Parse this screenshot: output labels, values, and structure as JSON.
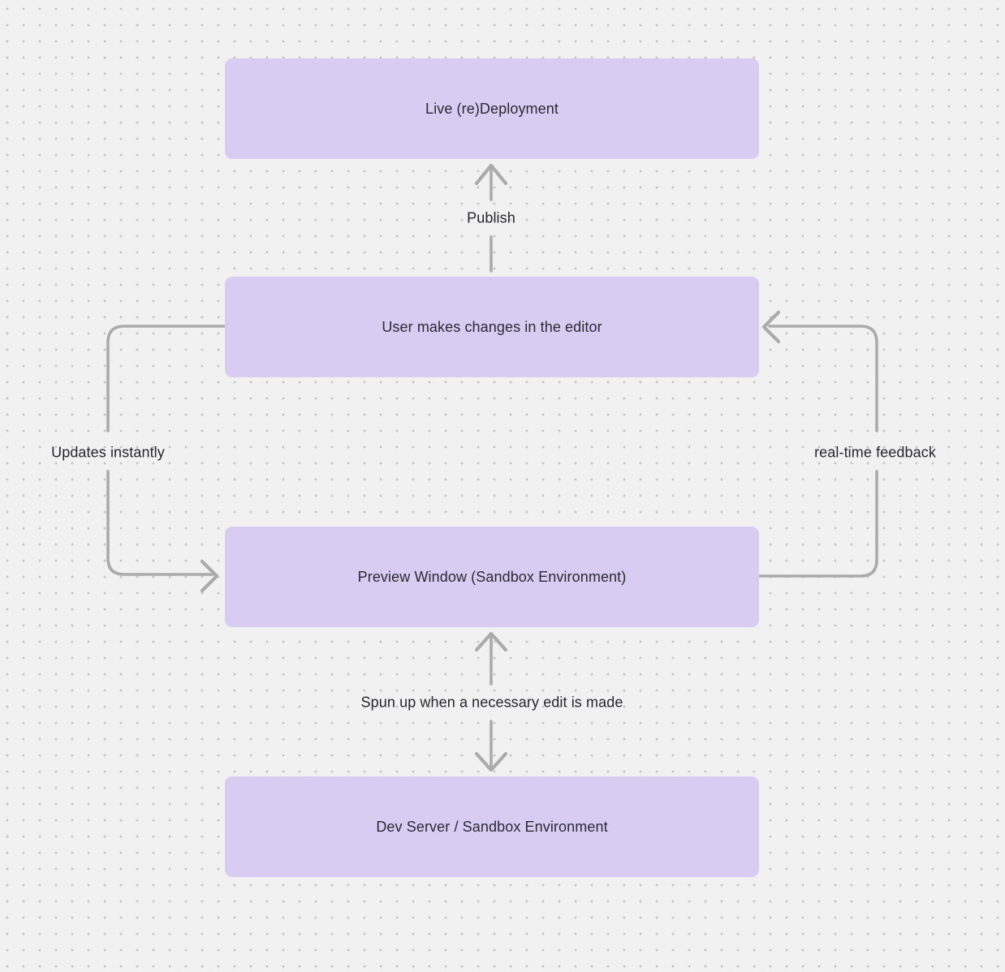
{
  "diagram": {
    "nodes": [
      {
        "id": "live-redeployment",
        "label": "Live (re)Deployment"
      },
      {
        "id": "user-editor-changes",
        "label": "User makes changes in the editor"
      },
      {
        "id": "preview-window",
        "label": "Preview Window (Sandbox Environment)"
      },
      {
        "id": "dev-server",
        "label": "Dev Server / Sandbox Environment"
      }
    ],
    "edges": [
      {
        "id": "publish",
        "label": "Publish",
        "from": "user-editor-changes",
        "to": "live-redeployment",
        "arrow": "single",
        "direction": "up"
      },
      {
        "id": "updates-instantly",
        "label": "Updates instantly",
        "from": "user-editor-changes",
        "to": "preview-window",
        "arrow": "single",
        "direction": "left-loop-down"
      },
      {
        "id": "real-time-feedback",
        "label": "real-time feedback",
        "from": "preview-window",
        "to": "user-editor-changes",
        "arrow": "single",
        "direction": "right-loop-up"
      },
      {
        "id": "spun-up",
        "label": "Spun up when a necessary edit is made",
        "from": "preview-window",
        "to": "dev-server",
        "arrow": "double",
        "direction": "vertical-bidirectional"
      }
    ],
    "colors": {
      "background": "#f2f1f1",
      "dot": "#c2c1c3",
      "node_fill": "#d8ccf3",
      "node_text": "#2b2a33",
      "edge": "#ababab",
      "edge_label_text": "#26262b"
    }
  }
}
